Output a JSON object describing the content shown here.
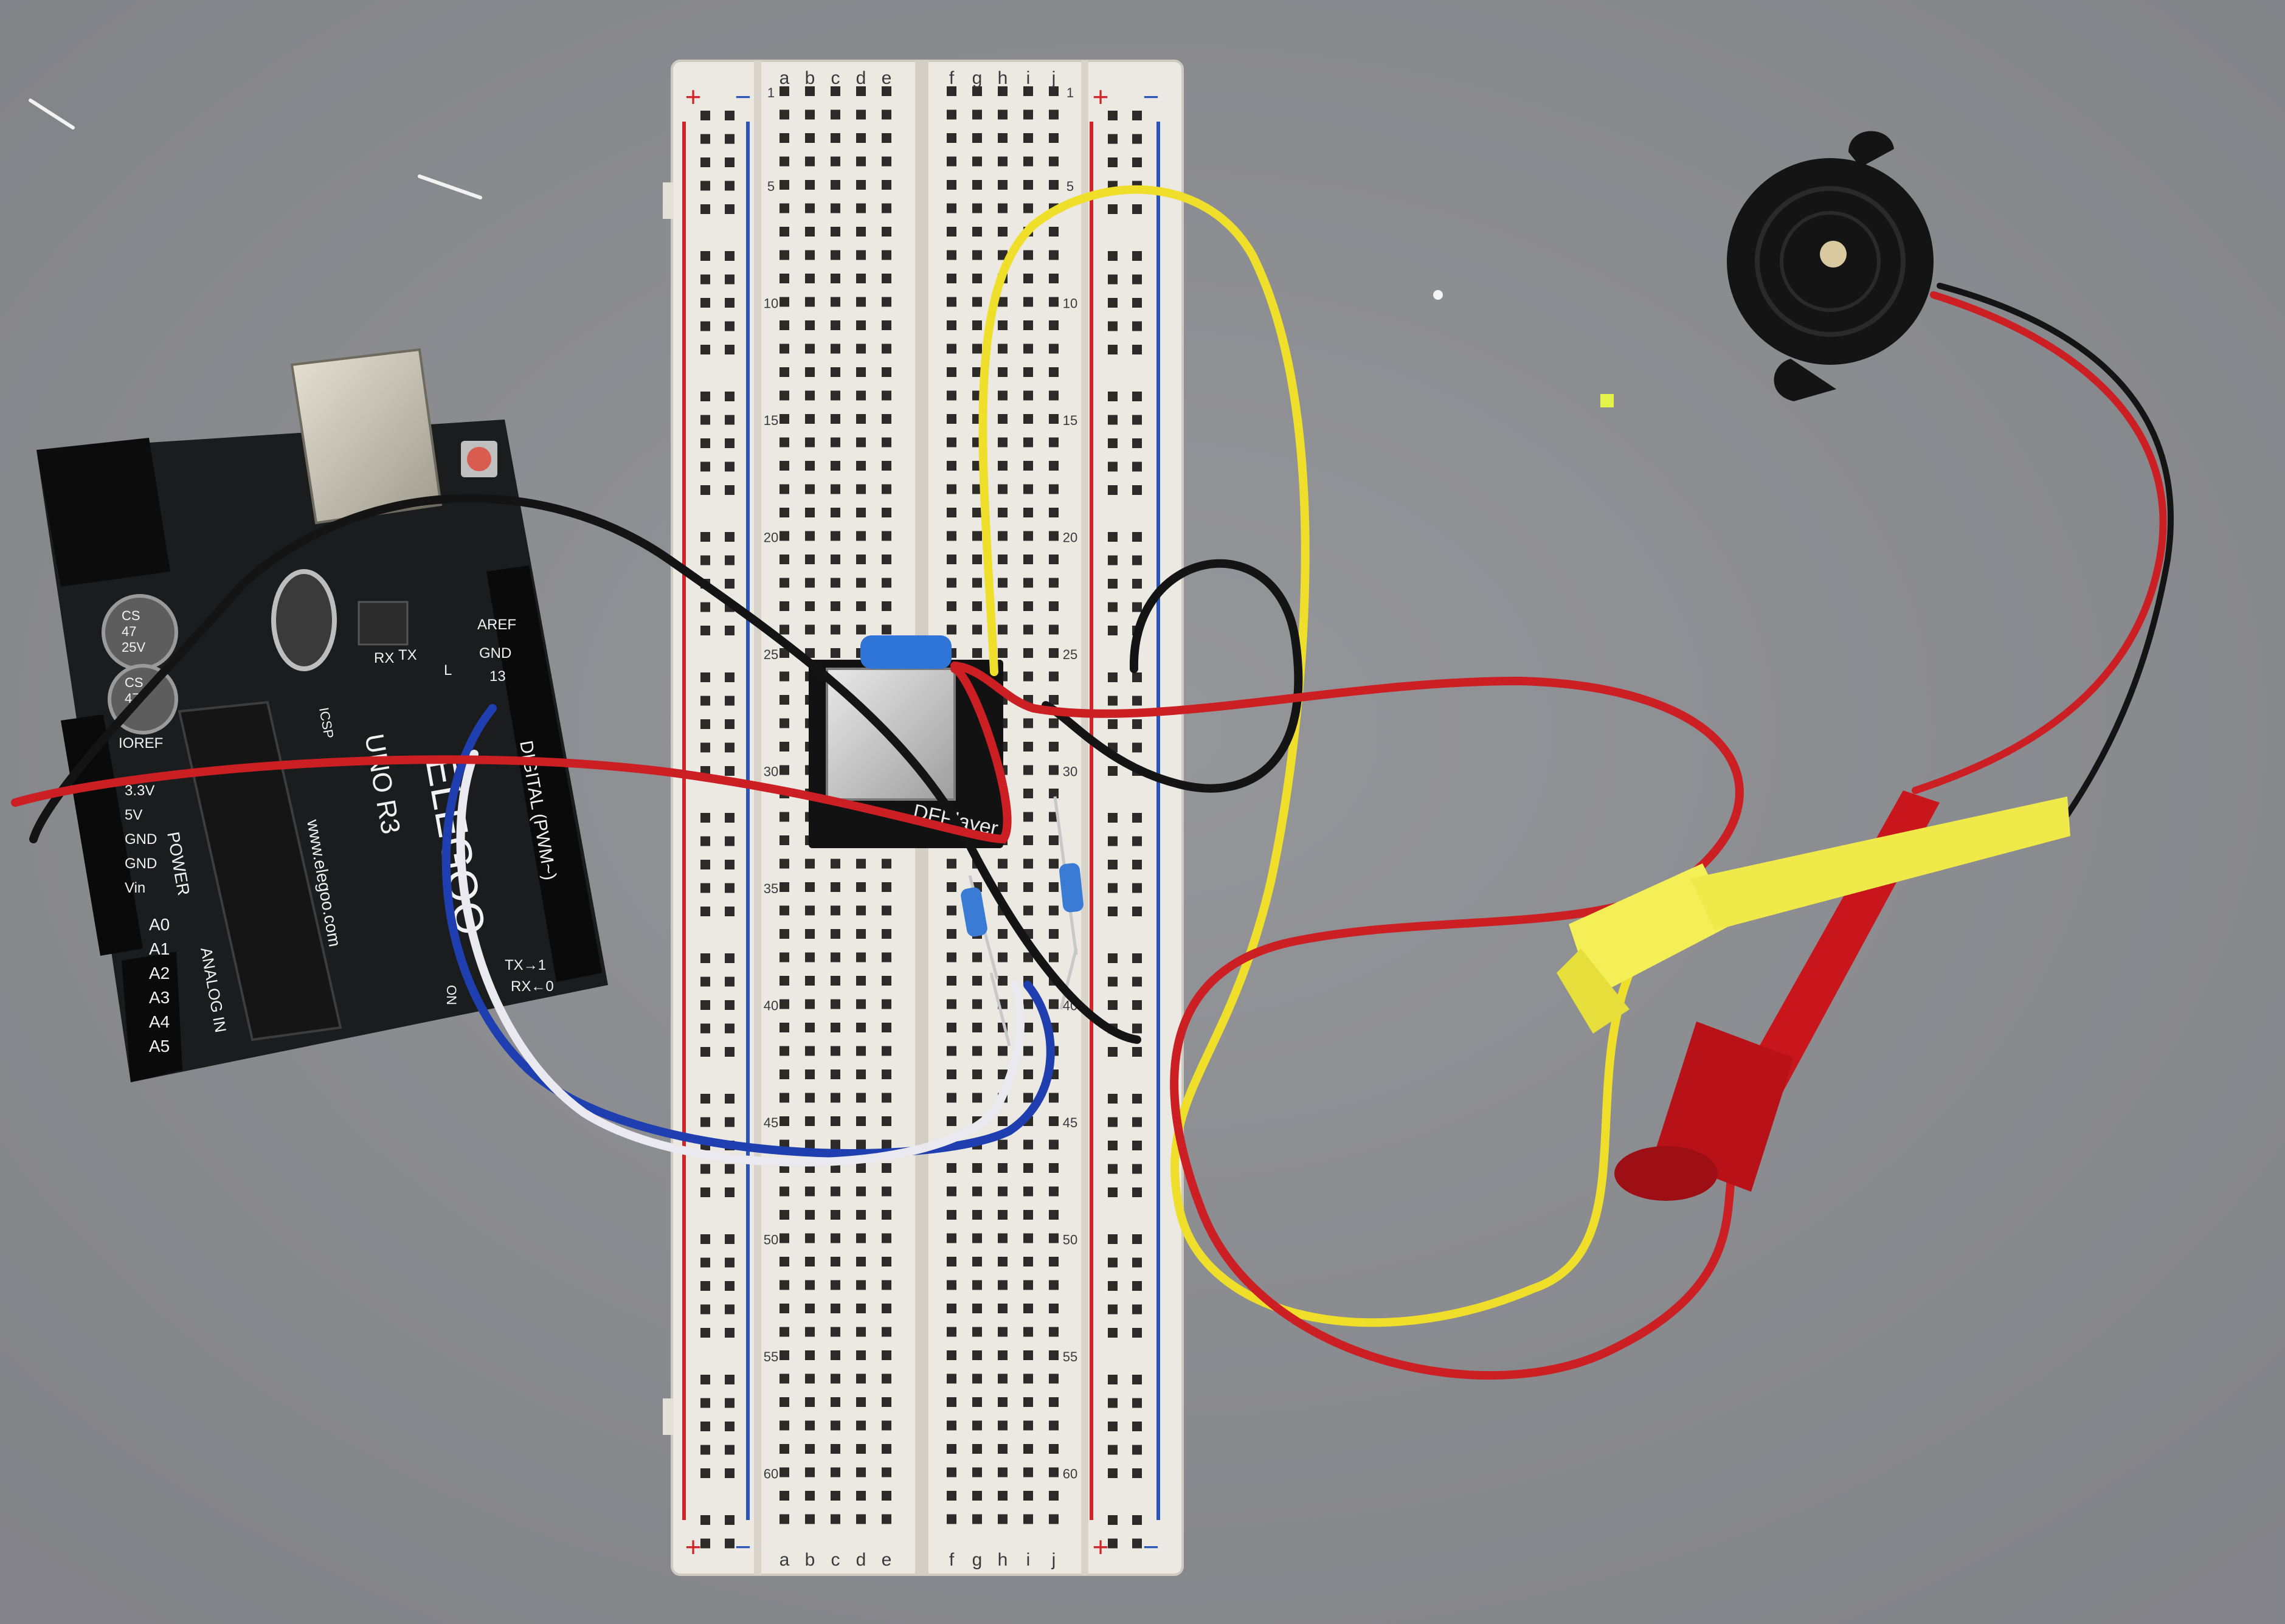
{
  "scene": {
    "background_color": "#8e8f93",
    "breadboard": {
      "color": "#ece9e3",
      "rail_plus": "+",
      "rail_minus": "−",
      "columns_left": [
        "a",
        "b",
        "c",
        "d",
        "e"
      ],
      "columns_right": [
        "f",
        "g",
        "h",
        "i",
        "j"
      ],
      "row_numbers": [
        "1",
        "5",
        "10",
        "15",
        "20",
        "25",
        "30",
        "35",
        "40",
        "45",
        "50",
        "55",
        "60"
      ],
      "rail_red": "#d0262b",
      "rail_blue": "#2a55b8"
    },
    "arduino": {
      "board_color": "#1b1c1d",
      "model_label": "UNO R3",
      "brand_label": "ELEGOO",
      "website_label": "www.elegoo.com",
      "digital_label": "DIGITAL (PWM~)",
      "power_label": "POWER",
      "analog_label": "ANALOG IN",
      "ioref_label": "IOREF",
      "pin_labels_power": [
        "3.3V",
        "5V",
        "GND",
        "GND",
        "Vin"
      ],
      "pin_labels_analog": [
        "A0",
        "A1",
        "A2",
        "A3",
        "A4",
        "A5"
      ],
      "aref_label": "AREF",
      "gnd_label": "GND",
      "pin13_label": "13",
      "tx_label": "TX",
      "rx_label": "RX",
      "on_label": "ON",
      "l_label": "L",
      "tx_arrow_label": "TX→1",
      "rx_arrow_label": "RX←0",
      "icsp_label": "ICSP",
      "capacitor_label": [
        "CS",
        "47",
        "25V"
      ],
      "capacitor2_label": [
        "CS",
        "47"
      ]
    },
    "dfplayer": {
      "label": "DFPlayer"
    },
    "wires": {
      "red": "#cc1f24",
      "black": "#141414",
      "yellow": "#f0df2a",
      "blue": "#1f3fb0",
      "white": "#e9e9ef"
    },
    "buzzer": {
      "color": "#141414"
    },
    "clips": {
      "yellow": "#f4ef56",
      "red": "#c9161c"
    }
  }
}
